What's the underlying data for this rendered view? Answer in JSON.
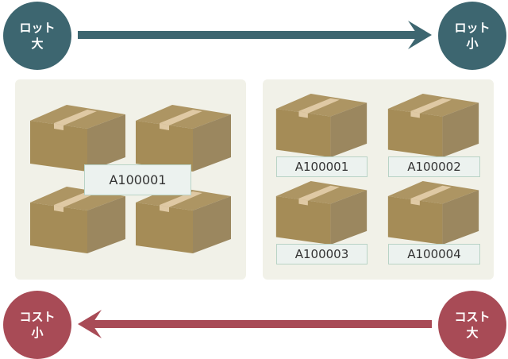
{
  "top_flow": {
    "start": {
      "line1": "ロット",
      "line2": "大"
    },
    "end": {
      "line1": "ロット",
      "line2": "小"
    },
    "color": "#3d6670"
  },
  "bottom_flow": {
    "start": {
      "line1": "コスト",
      "line2": "大"
    },
    "end": {
      "line1": "コスト",
      "line2": "小"
    },
    "color": "#a84b56"
  },
  "left_panel": {
    "box_count": 4,
    "shared_label": "A100001"
  },
  "right_panel": {
    "labels": [
      "A100001",
      "A100002",
      "A100003",
      "A100004"
    ]
  },
  "colors": {
    "panel_bg": "#f1f1e8",
    "box_front": "#a58c57",
    "box_side": "#9b875f",
    "box_top": "#ad9563",
    "tape": "#dfc9a4",
    "label_bg": "#ecf2ef",
    "label_border": "#b9d3c6"
  }
}
